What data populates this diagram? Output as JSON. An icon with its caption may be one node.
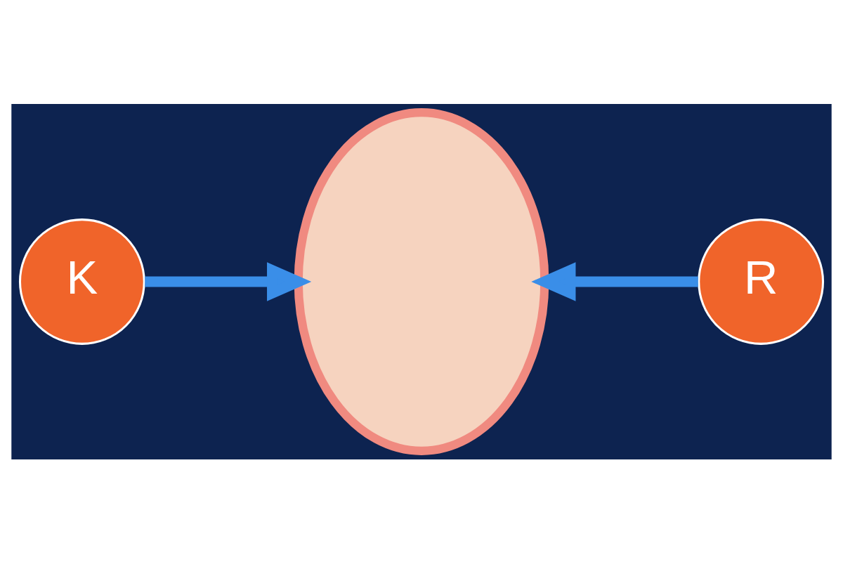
{
  "diagram": {
    "nodes": [
      {
        "text": [
          "K"
        ]
      },
      {
        "text": [],
        "shape": "circle"
      },
      {
        "text": [
          "R"
        ]
      }
    ],
    "edges": [
      {
        "from": 0,
        "to": 1,
        "arrow": "to"
      },
      {
        "from": 2,
        "to": 1,
        "arrow": "to"
      }
    ]
  }
}
